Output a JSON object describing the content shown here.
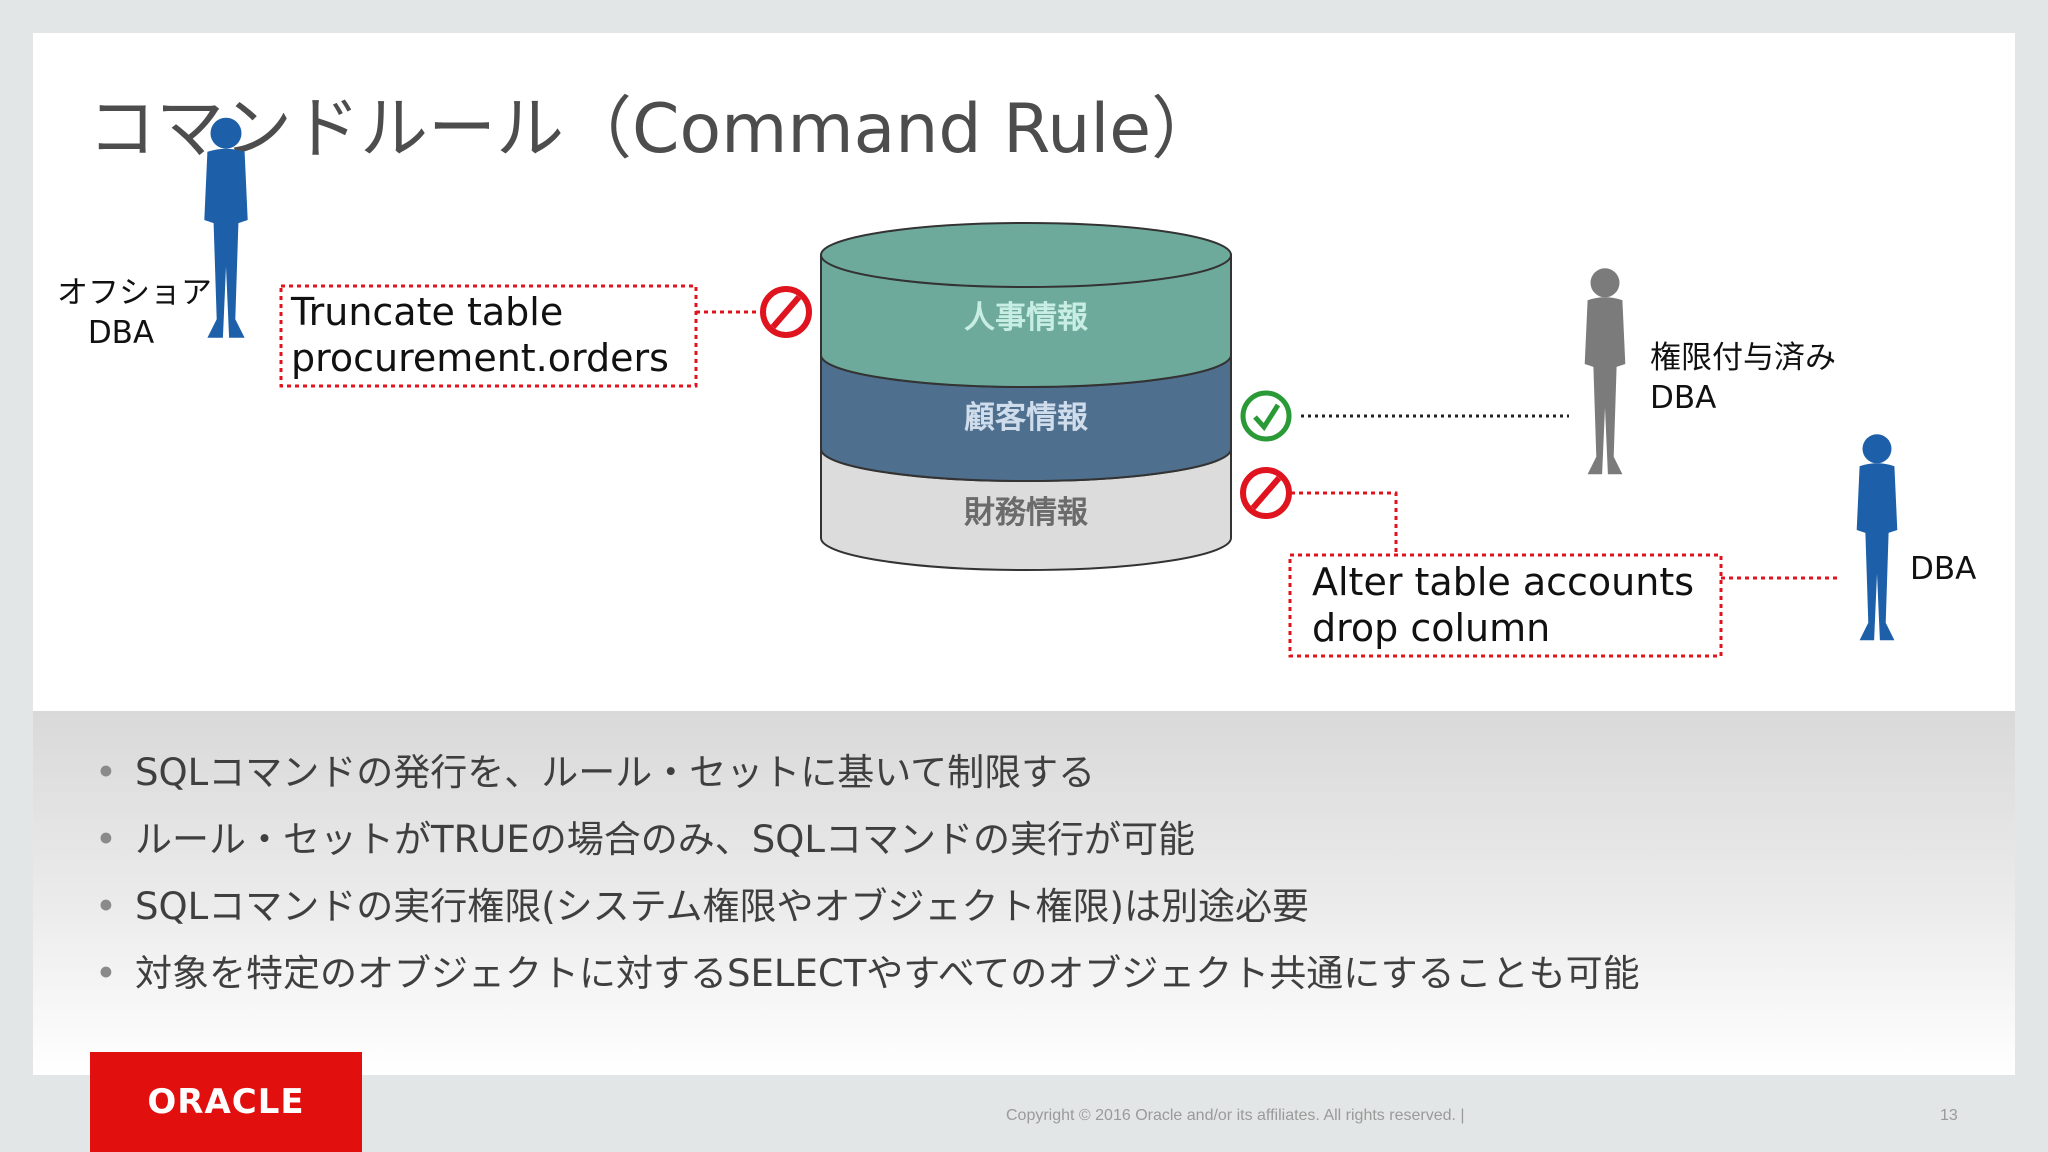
{
  "slide": {
    "title": "コマンドルール（Command Rule）",
    "actors": {
      "offshore_dba": "オフショア\nDBA",
      "privileged_dba": "権限付与済み\nDBA",
      "dba": "DBA"
    },
    "commands": {
      "truncate": "Truncate table\nprocurement.orders",
      "alter": "Alter table accounts\ndrop column"
    },
    "database": {
      "tiers": [
        "人事情報",
        "顧客情報",
        "財務情報"
      ]
    },
    "bullets": [
      "SQLコマンドの発行を、ルール・セットに基いて制限する",
      "ルール・セットがTRUEの場合のみ、SQLコマンドの実行が可能",
      "SQLコマンドの実行権限(システム権限やオブジェクト権限)は別途必要",
      "対象を特定のオブジェクトに対するSELECTやすべてのオブジェクト共通にすることも可能"
    ],
    "bullet_char": "•",
    "logo": "ORACLE",
    "copyright": "Copyright © 2016 Oracle and/or its affiliates. All rights reserved.  |",
    "page_number": "13"
  },
  "colors": {
    "deny": "#e0141e",
    "allow": "#2a9a36",
    "tier_top": "#6eaa9c",
    "tier_middle": "#4f6f8e",
    "tier_bottom": "#dcdcdc",
    "dba_blue": "#1d5fa8",
    "dba_gray": "#7b7b7b",
    "logo_red": "#e20f0f"
  },
  "icons": {
    "deny": "prohibited-icon",
    "allow": "check-circle-icon",
    "person": "person-icon"
  }
}
